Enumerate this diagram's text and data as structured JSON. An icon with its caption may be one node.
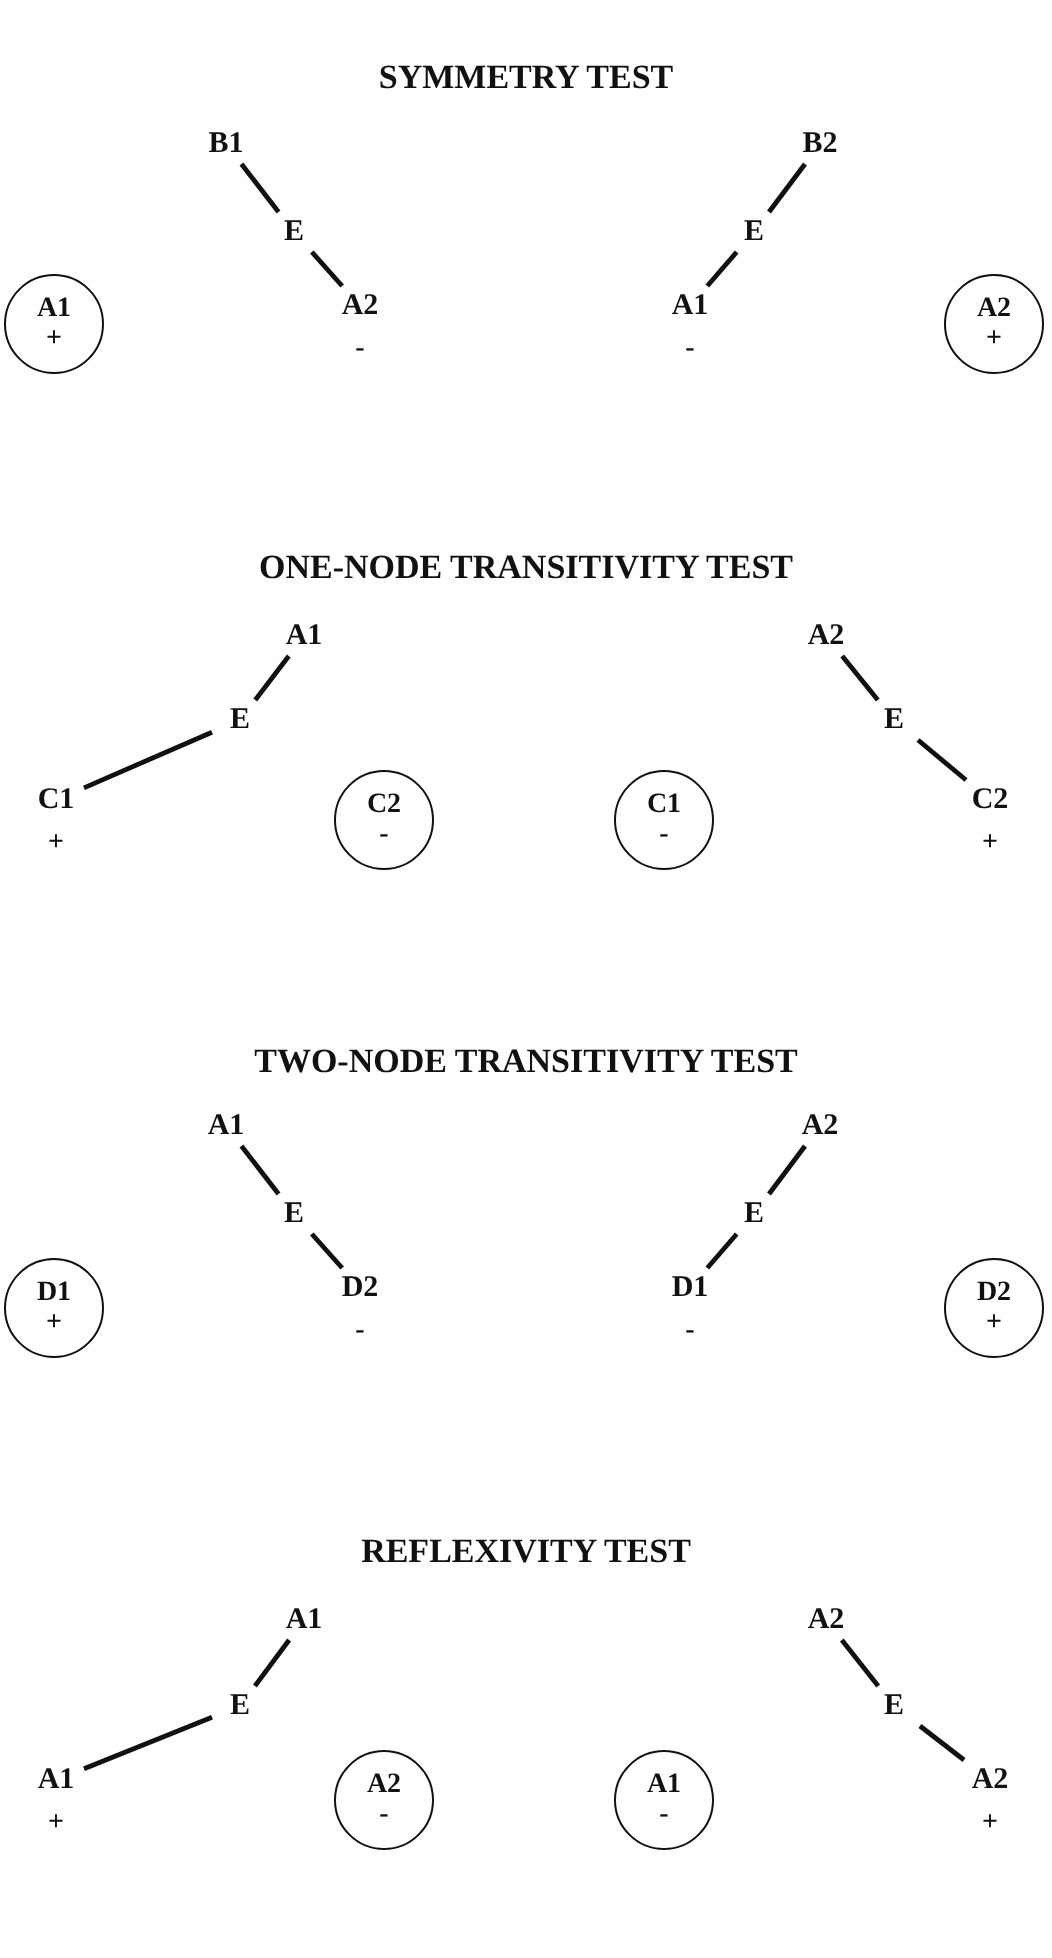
{
  "diagram": {
    "nodes": [
      {
        "text": [
          "B1"
        ]
      },
      {
        "text": [
          "E"
        ]
      },
      {
        "text": [
          "A2"
        ],
        "beside": [
          "-"
        ]
      },
      {
        "text": [
          "A1",
          "+"
        ]
      },
      {
        "text": [
          "B2"
        ]
      },
      {
        "text": [
          "E"
        ]
      },
      {
        "text": [
          "A1"
        ],
        "beside": [
          "-"
        ]
      },
      {
        "text": [
          "A2",
          "+"
        ]
      },
      {
        "text": [
          "A1"
        ]
      },
      {
        "text": [
          "E"
        ]
      },
      {
        "text": [
          "C1"
        ],
        "beside": [
          "+"
        ]
      },
      {
        "text": [
          "C2",
          "-"
        ]
      },
      {
        "text": [
          "C1",
          "-"
        ]
      },
      {
        "text": [
          "A2"
        ]
      },
      {
        "text": [
          "E"
        ]
      },
      {
        "text": [
          "C2"
        ],
        "beside": [
          "+"
        ]
      },
      {
        "text": [
          "A1"
        ]
      },
      {
        "text": [
          "E"
        ]
      },
      {
        "text": [
          "D2"
        ],
        "beside": [
          "-"
        ]
      },
      {
        "text": [
          "D1",
          "+"
        ]
      },
      {
        "text": [
          "A2"
        ]
      },
      {
        "text": [
          "E"
        ]
      },
      {
        "text": [
          "D1"
        ],
        "beside": [
          "-"
        ]
      },
      {
        "text": [
          "D2",
          "+"
        ]
      },
      {
        "text": [
          "A1"
        ]
      },
      {
        "text": [
          "E"
        ]
      },
      {
        "text": [
          "A1"
        ],
        "beside": [
          "+"
        ]
      },
      {
        "text": [
          "A2",
          "-"
        ]
      },
      {
        "text": [
          "A1",
          "-"
        ]
      },
      {
        "text": [
          "A2"
        ]
      },
      {
        "text": [
          "E"
        ]
      },
      {
        "text": [
          "A2"
        ],
        "beside": [
          "+"
        ]
      }
    ],
    "edges": [
      {
        "from": 0,
        "to": 1,
        "arrow": "none"
      },
      {
        "from": 1,
        "to": 2,
        "arrow": "none"
      },
      {
        "from": 4,
        "to": 5,
        "arrow": "none"
      },
      {
        "from": 5,
        "to": 6,
        "arrow": "none"
      },
      {
        "from": 8,
        "to": 9,
        "arrow": "none"
      },
      {
        "from": 9,
        "to": 10,
        "arrow": "none"
      },
      {
        "from": 13,
        "to": 14,
        "arrow": "none"
      },
      {
        "from": 14,
        "to": 15,
        "arrow": "none"
      },
      {
        "from": 16,
        "to": 17,
        "arrow": "none"
      },
      {
        "from": 17,
        "to": 18,
        "arrow": "none"
      },
      {
        "from": 20,
        "to": 21,
        "arrow": "none"
      },
      {
        "from": 21,
        "to": 22,
        "arrow": "none"
      },
      {
        "from": 24,
        "to": 25,
        "arrow": "none"
      },
      {
        "from": 25,
        "to": 26,
        "arrow": "none"
      },
      {
        "from": 29,
        "to": 30,
        "arrow": "none"
      },
      {
        "from": 30,
        "to": 31,
        "arrow": "none"
      }
    ],
    "labels": [
      "SYMMETRY TEST",
      "ONE-NODE TRANSITIVITY TEST",
      "TWO-NODE TRANSITIVITY TEST",
      "REFLEXIVITY TEST"
    ]
  }
}
